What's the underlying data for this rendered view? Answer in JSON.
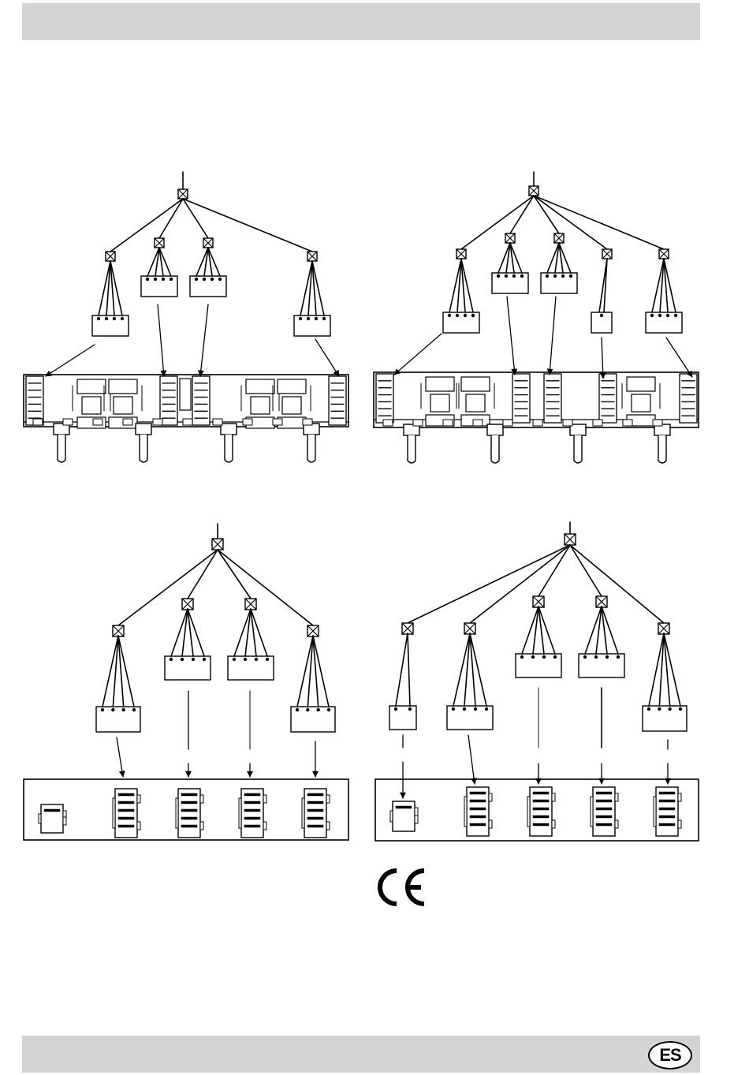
{
  "page": {
    "language_badge": "ES",
    "conformity_mark": "ce-marking-icon"
  },
  "diagrams": [
    {
      "id": "wiring-4-knob-top-left",
      "outputs": 4,
      "board": "control-panel-4-switches"
    },
    {
      "id": "wiring-5-knob-top-right",
      "outputs": 5,
      "board": "control-panel-5-switches"
    },
    {
      "id": "wiring-4-bottom-left",
      "outputs": 4,
      "board": "connector-block-4"
    },
    {
      "id": "wiring-5-bottom-right",
      "outputs": 5,
      "board": "connector-block-5"
    }
  ]
}
